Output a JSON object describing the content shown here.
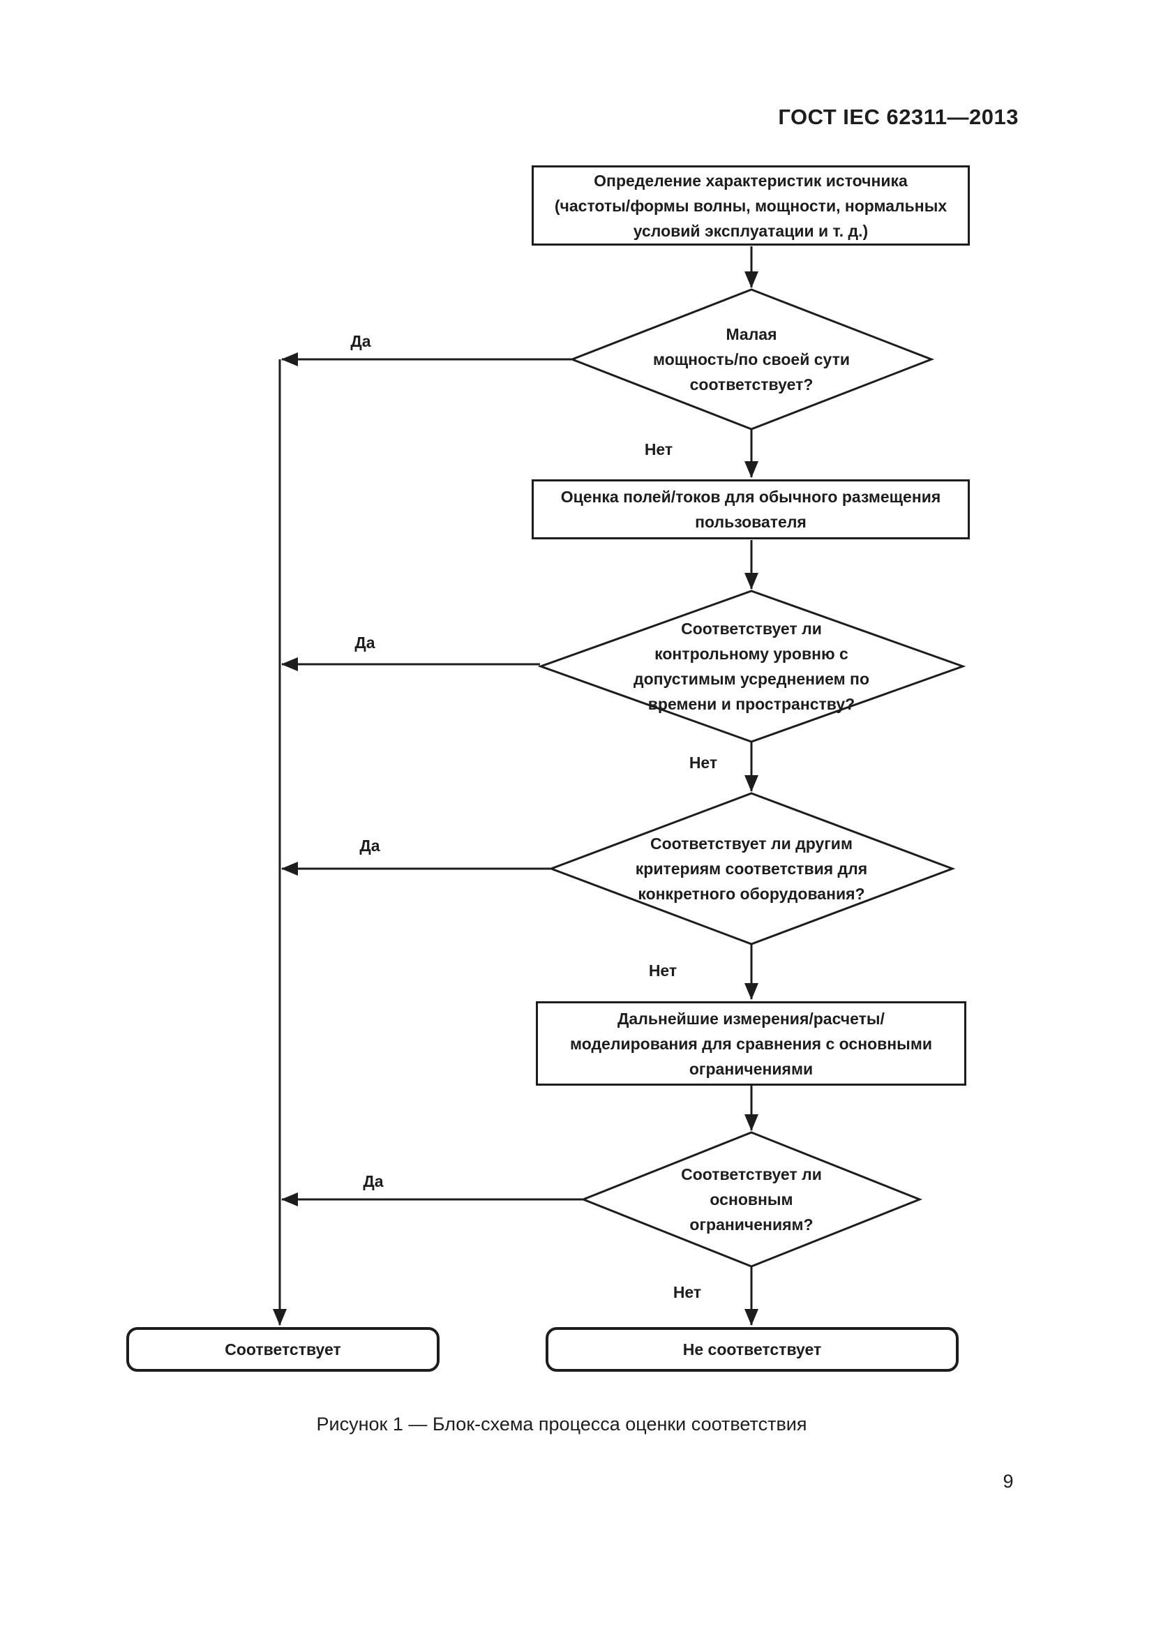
{
  "page": {
    "header": "ГОСТ IEC 62311—2013",
    "caption": "Рисунок 1 — Блок-схема процесса оценки соответствия",
    "page_number": "9"
  },
  "labels": {
    "yes": "Да",
    "no": "Нет"
  },
  "colors": {
    "ink": "#1d1d1d",
    "paper": "#ffffff"
  },
  "flowchart": {
    "nodes": {
      "source_characteristics": "Определение характеристик источника\n(частоты/формы волны, мощности, нормальных\nусловий эксплуатации и т. д.)",
      "low_power_decision": "Малая\nмощность/по своей сути\nсоответствует?",
      "field_current_evaluation": "Оценка полей/токов для обычного размещения\nпользователя",
      "reference_level_decision": "Соответствует ли\nконтрольному уровню с\nдопустимым усреднением по\nвремени и пространству?",
      "other_criteria_decision": "Соответствует ли другим\nкритериям соответствия для\nконкретного оборудования?",
      "further_measurements": "Дальнейшие измерения/расчеты/\nмоделирования для сравнения с основными\nограничениями",
      "basic_restrictions_decision": "Соответствует ли\nосновным\nограничениям?",
      "complies": "Соответствует",
      "not_complies": "Не соответствует"
    }
  }
}
